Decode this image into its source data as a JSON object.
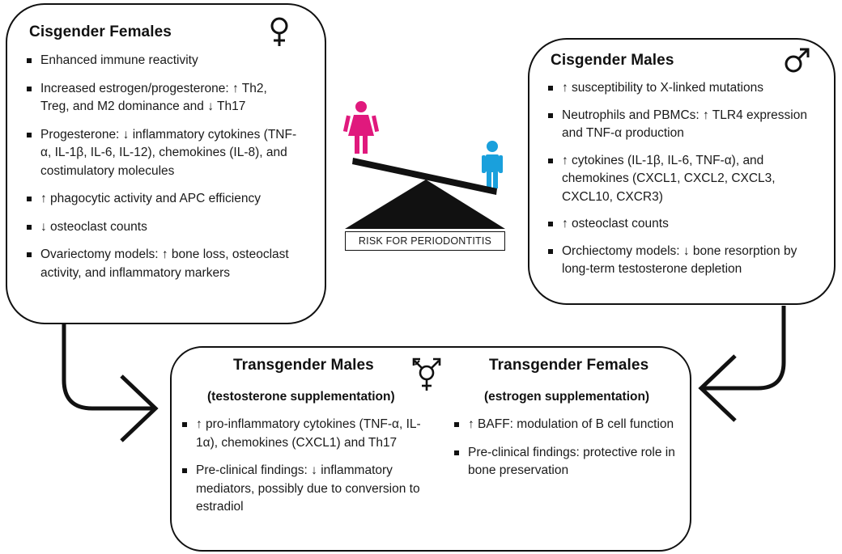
{
  "cis_females": {
    "title": "Cisgender Females",
    "symbol": "venus-icon",
    "items": [
      "Enhanced immune reactivity",
      "Increased estrogen/progesterone: ↑ Th2, Treg, and M2 dominance and ↓ Th17",
      "Progesterone: ↓ inflammatory cytokines (TNF-α, IL-1β, IL-6, IL-12), chemokines (IL-8), and costimulatory molecules",
      "↑ phagocytic activity and APC efficiency",
      "↓ osteoclast counts",
      "Ovariectomy models: ↑ bone loss, osteoclast activity, and inflammatory markers"
    ]
  },
  "cis_males": {
    "title": "Cisgender Males",
    "symbol": "mars-icon",
    "items": [
      "↑ susceptibility to X-linked mutations",
      "Neutrophils and PBMCs: ↑ TLR4 expression and TNF-α production",
      "↑ cytokines (IL-1β, IL-6, TNF-α), and chemokines (CXCL1, CXCL2, CXCL3, CXCL10, CXCR3)",
      "↑ osteoclast counts",
      "Orchiectomy models: ↓ bone resorption by long-term testosterone depletion"
    ]
  },
  "center": {
    "risk_label": "RISK FOR PERIODONTITIS",
    "female_color": "#e0197d",
    "male_color": "#1aa0dc"
  },
  "trans_males": {
    "title": "Transgender Males",
    "subtitle": "(testosterone supplementation)",
    "items": [
      "↑ pro-inflammatory cytokines (TNF-α, IL-1α), chemokines (CXCL1) and Th17",
      "Pre-clinical findings: ↓ inflammatory mediators, possibly due to conversion to estradiol"
    ]
  },
  "trans_females": {
    "title": "Transgender Females",
    "subtitle": "(estrogen supplementation)",
    "items": [
      "↑ BAFF: modulation of B cell function",
      "Pre-clinical findings: protective role in bone preservation"
    ]
  },
  "transgender_symbol": "transgender-icon"
}
